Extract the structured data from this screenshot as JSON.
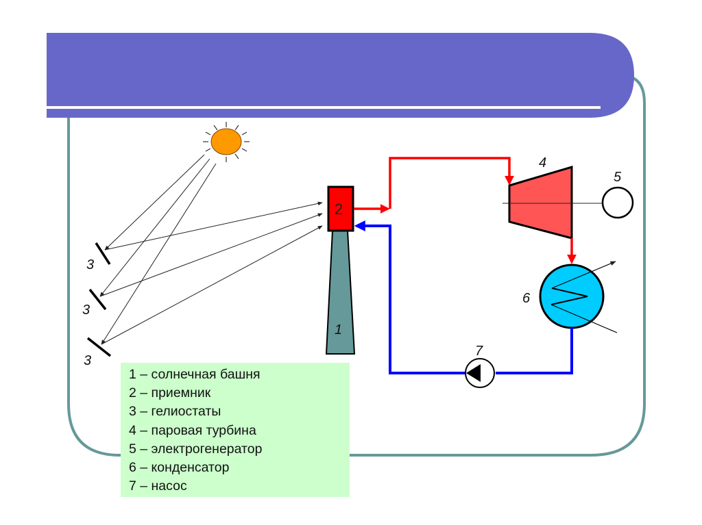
{
  "slide": {
    "title": "",
    "colors": {
      "banner": "#6767c9",
      "frame": "#669999",
      "sun": "#ff9900",
      "receiver": "#ff0000",
      "tower": "#669999",
      "turbine": "#ff5555",
      "condenser": "#00ccff",
      "hot_line": "#ff0000",
      "cold_line": "#0000ff",
      "legend_bg": "#ccffcc"
    }
  },
  "diagram": {
    "labels": {
      "tower": "1",
      "receiver": "2",
      "heliostat_1": "3",
      "heliostat_2": "3",
      "heliostat_3": "3",
      "turbine": "4",
      "generator": "5",
      "condenser": "6",
      "pump": "7"
    }
  },
  "legend": {
    "items": [
      "1 – солнечная башня",
      "2 – приемник",
      "3 – гелиостаты",
      "4 – паровая турбина",
      "5 – электрогенератор",
      "6 – конденсатор",
      "7 – насос"
    ]
  }
}
